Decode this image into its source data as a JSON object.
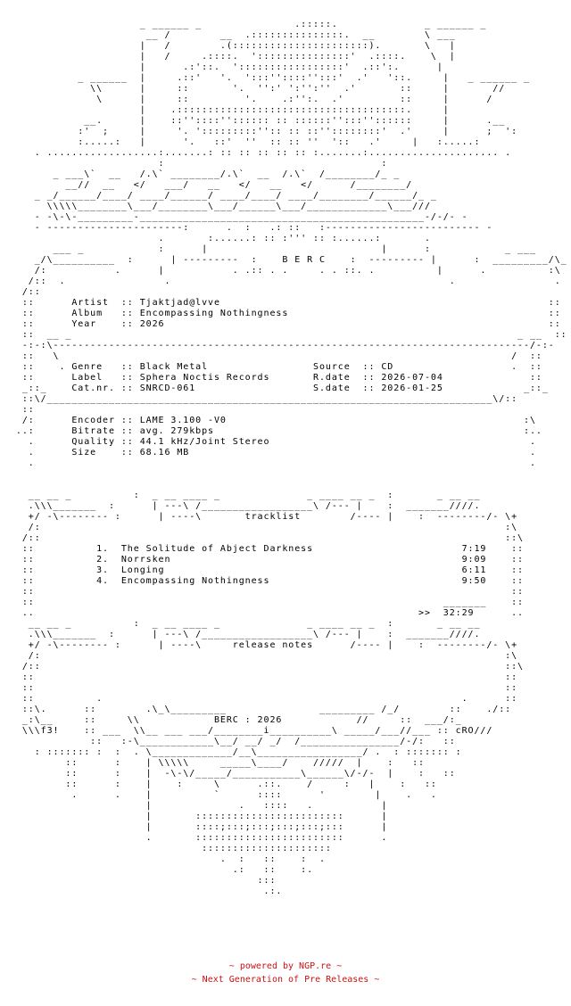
{
  "nfo_art": "                      _ ______ _               .:::::.              _ ______ _\n                       __ /        __  .:::::::::::::::.  __        \\ ___\n                      |   /        .(::::::::::::::::::::::).       \\   |\n                      |   /     .::::.  ':::::::::::::::'  .::::.    \\  |\n                      |      .:'::.  ':::::::::::::::::'  .::':.      |\n            _ ______  |     .::'   '.  ':::''::::'':::'  .'   '::.     |   _ ______ _\n              \\\\      |     ::       '.  '':' ':'':''  .'       ::     |       //\n               \\      |     ::         '.    .:'':.  .'         ::     |      /\n                      |    .:::::::::::::::::::::::::::::::::::::.     |\n             __.      |    ::''::::'':::::: :: ::::::'':::''::::::     |      .__\n            :'  ;     |     '. ':::::::::'':: :: ::''::::::::'  .'     |      ;  ':\n            :.....:   |      '.   ::'  ''  :: :: ''  '::   .'     |   :.....:\n     . ..................:.......: :: :: :: :: :: :.......:..................... .\n                         :                                   :\n        _ ___\\`  __   /.\\` ________/.\\`  __  /.\\`  /________/_ _\n          __//  __   </   ___/   __   </   __   </      /________/\n     _ _/______/____/ ____/______/ ____/____/ ____/________/______/_ _\n       \\\\\\\\\\________\\___/________\\___/______\\___/_____________\\___///\n     - -\\-\\-_________-______________________________________________-/-/- -\n     - ----------------------:      .  :   .: ::   :------------------------- -\n                         .       :......: :: :''' :: :......:       .\n        ___ _            :      |                            |      :            _ ___\n     _/\\__________  :      | ---------  :    B E R C    :  --------- |      :  _________/\\_\n     /:           .      |           . .:: . .     . . ::. .          |      .          :\\\n    /::  .                .                                             .                .  ::\\\n   /::\n   ::      Artist  :: Tjaktjad@lvve                                                     ::\n   ::      Album   :: Encompassing Nothingness                                          ::\n   ::      Year    :: 2026                                                              ::\n   ::  __ _                                                                        _ __  ::\n   -:-:\\-----------------------------------------------------------------------------/-:-\n   ::   \\                                                                         /  ::\n   ::    . Genre   :: Black Metal                 Source  :: CD                   .  ::\n   ::      Label   :: Sphera Noctis Records       R.date  :: 2026-07-04              ::\n   _::_    Cat.nr. :: SNRCD-061                   S.date  :: 2026-01-25             _::_\n   ::\\/________________________________________________________________________\\/::\n   ::\n   /:      Encoder :: LAME 3.100 -V0                                                :\\\n  ..:      Bitrate :: avg. 279kbps                                                  :..\n    .      Quality :: 44.1 kHz/Joint Stereo                                          .\n    .      Size    :: 68.16 MB                                                       .\n    .                                                                                .\n\n\n    __ __ _          :  _ __ ____ _              _ ____ __ _  :       _ __ __\n    .\\\\\\_______  :      | ---\\ /__________________\\ /--- |    :  _______////.\n    +/ -\\-------- :      | ----\\       tracklist        /---- |    :  --------/- \\+\n    /:                                                                           :\\\n   /::                                                                           ::\\\n   ::          1.  The Solitude of Abject Darkness                        7:19    ::\n   ::          2.  Norrsken                                               9:09    ::\n   ::          3.  Longing                                                6:11    ::\n   ::          4.  Encompassing Nothingness                               9:50    ::\n   ::                                                                             ::\n   ::                                                                  _______    ::\n   ..                                                              >>  32:29      ..\n    __ __ _          :  _ __ ____ _              _ ____ __ _  :       _ __ __\n    .\\\\\\_______  :      | ---\\ /__________________\\ /--- |    :  _______////.\n    +/ -\\-------- :      | ----\\     release notes      /---- |    :  --------/- \\+\n    /:                                                                           :\\\n   /::                                                                           ::\\\n   ::                                                                            ::\n   ::                                                                            ::\n   ::          .                                                          .      ::\n   ::\\.      ::        .\\_\\_________               _________ /_/        ::    ./::\n   _:\\__     ::     \\\\            BERC : 2026            //     ::  ___/:_\n   \\\\\\f3!    :: ___  \\\\__ ___ ___/________i__________\\ _____/___//___ :: cRO///\n              ::   :-\\____________\\__/ __/ _/  /________________/-/:   ::\n     : ::::::: :  :  . \\_____________/__\\_________________/ .  : ::::::: :\n          ::      :    | \\\\\\\\\\     _____\\____/    /////  |    :   ::\n          ::      :    |  -\\-\\/_____/___________\\______\\/-/-  |    :   ::\n          ::      :    |    :     \\      .::.    /     :   |    :   ::\n           .      .    |          `      ::::      '        |    .   .\n                       |              .   ::::   .           |\n                       |       ::::::::::::::::::::::::      |\n                       |       ::::;:::;:::;:::;:::;:::      |\n                       .       ::::::::::::::::::::::::      .\n                                :::::::::::::::::::::\n                                   .  :   ::    :  .\n                                     .:   ::    :.\n                                         :::\n                                          .:.",
  "footer": {
    "line1": "~ powered by NGP.re ~",
    "line2": "~ Next Generation of Pre Releases ~"
  }
}
